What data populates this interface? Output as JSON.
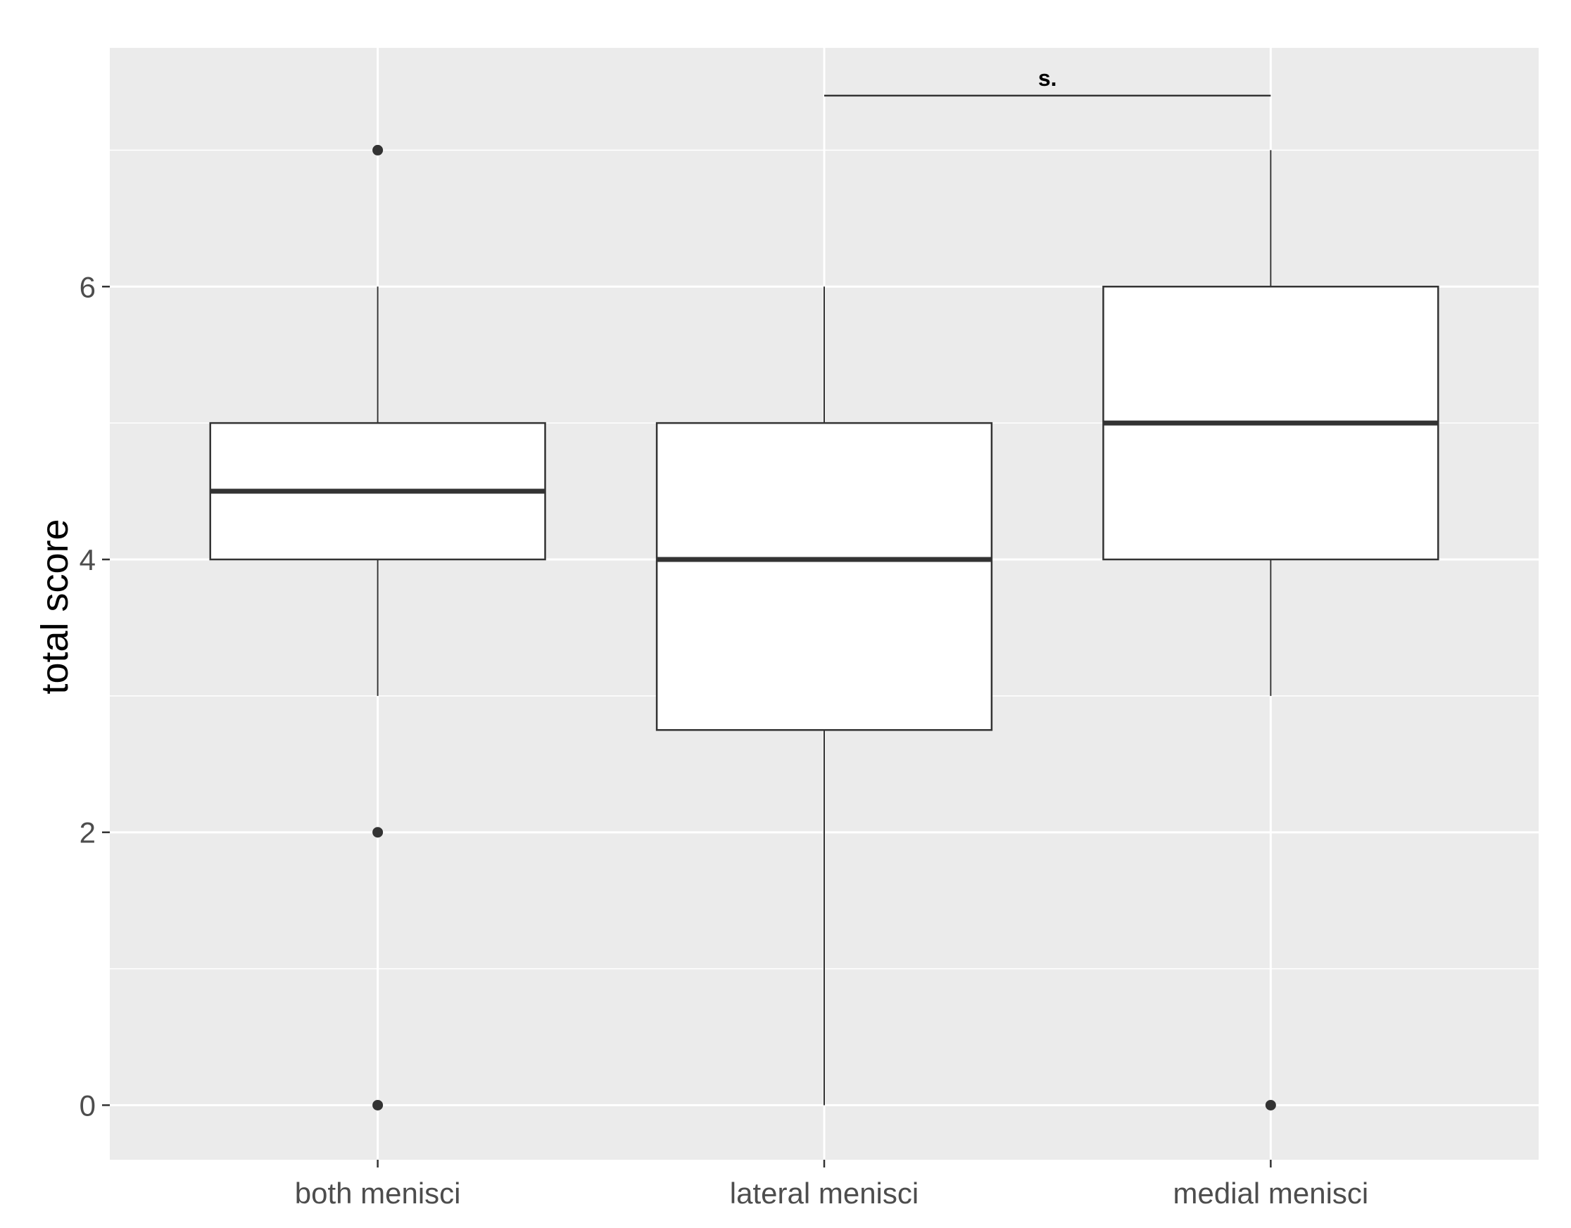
{
  "colors": {
    "panel": "#ebebeb",
    "grid": "#ffffff",
    "box_fill": "#ffffff",
    "line": "#333333",
    "median": "#333333",
    "tick": "#333333"
  },
  "chart_data": {
    "type": "boxplot",
    "title": "",
    "xlabel": "",
    "ylabel": "total score",
    "ylim": [
      -0.4,
      7.75
    ],
    "y_ticks": [
      0,
      2,
      4,
      6
    ],
    "y_minor_ticks": [
      1,
      3,
      5,
      7
    ],
    "grid": true,
    "categories": [
      "both menisci",
      "lateral menisci",
      "medial menisci"
    ],
    "boxes": [
      {
        "category": "both menisci",
        "lower_whisker": 3,
        "q1": 4,
        "median": 4.5,
        "q3": 5,
        "upper_whisker": 6,
        "outliers": [
          0,
          2,
          7
        ]
      },
      {
        "category": "lateral menisci",
        "lower_whisker": 0,
        "q1": 2.75,
        "median": 4,
        "q3": 5,
        "upper_whisker": 6,
        "outliers": []
      },
      {
        "category": "medial menisci",
        "lower_whisker": 3,
        "q1": 4,
        "median": 5,
        "q3": 6,
        "upper_whisker": 7,
        "outliers": [
          0
        ]
      }
    ],
    "annotations": [
      {
        "from": "lateral menisci",
        "to": "medial menisci",
        "y": 7.4,
        "label": "s."
      }
    ]
  }
}
